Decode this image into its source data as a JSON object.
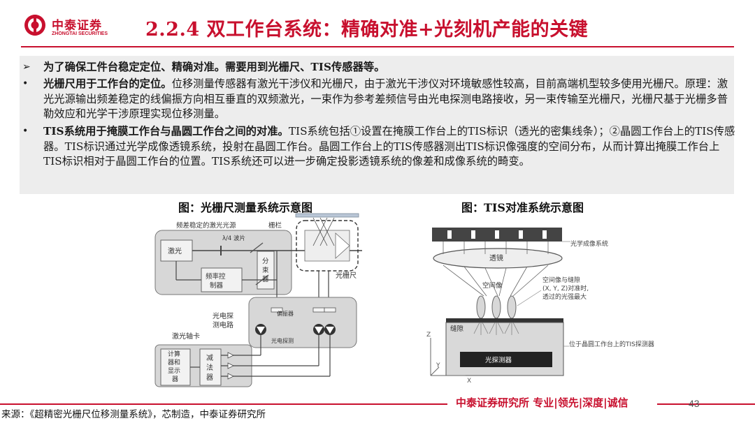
{
  "brand": {
    "name_cn": "中泰证券",
    "name_en": "ZHONGTAI SECURITIES"
  },
  "slide": {
    "title": "2.2.4 双工作台系统：精确对准+光刻机产能的关键"
  },
  "bullets": [
    {
      "marker": "➢",
      "bold": "为了确保工件台稳定定位、精确对准。需要用到光栅尺、TIS传感器等。",
      "text": ""
    },
    {
      "marker": "•",
      "bold": "光栅尺用于工作台的定位。",
      "text": "位移测量传感器有激光干涉仪和光栅尺，由于激光干涉仪对环境敏感性较高，目前高端机型较多使用光栅尺。原理：激光光源输出频差稳定的线偏振方向相互垂直的双频激光，一束作为参考差频信号由光电探测电路接收，另一束传输至光栅尺，光栅尺基于光栅多普勒效应和光学干涉原理实现位移测量。"
    },
    {
      "marker": "•",
      "bold": "TIS系统用于掩膜工作台与晶圆工作台之间的对准。",
      "text": "TIS系统包括①设置在掩膜工作台上的TIS标识（透光的密集线条）；②晶圆工作台上的TIS传感器。TIS标识通过光学成像透镜系统，投射在晶圆工作台。晶圆工作台上的TIS传感器测出TIS标识像强度的空间分布，从而计算出掩膜工作台上TIS标识相对于晶圆工作台的位置。TIS系统还可以进一步确定投影透镜系统的像差和成像系统的畸变。"
    }
  ],
  "figures": {
    "left": {
      "caption": "图：光栅尺测量系统示意图",
      "labels": {
        "source_box": "频差稳定的激光光源",
        "grating": "栅栏",
        "laser": "激光",
        "waveplate": "λ/4 波片",
        "freq_ctrl_1": "频率控",
        "freq_ctrl_2": "制器",
        "splitter_1": "分",
        "splitter_2": "束",
        "splitter_3": "器",
        "scale": "光栅尺",
        "polarizer": "偏振器",
        "detect_circuit_1": "光电探",
        "detect_circuit_2": "测电路",
        "detector": "光电探测",
        "axis_card": "激光轴卡",
        "computer_1": "计算",
        "computer_2": "器和",
        "computer_3": "显示",
        "computer_4": "器",
        "subtractor_1": "减",
        "subtractor_2": "法",
        "subtractor_3": "器"
      }
    },
    "right": {
      "caption": "图：TIS对准系统示意图",
      "labels": {
        "optics": "光学成像系统",
        "lens": "透镜",
        "aerial": "空间像",
        "note_1": "空间像与缝隙",
        "note_2": "(X, Y, Z)对准时,",
        "note_3": "透过的光强最大",
        "slit": "缝隙",
        "sensor_note": "位于晶圆工作台上的TIS探测器",
        "detector": "光探测器",
        "axis_z": "Z",
        "axis_y": "Y",
        "axis_x": "X"
      }
    }
  },
  "footer": {
    "brand_line": "中泰证券研究所 专业|领先|深度|诚信",
    "page": "43",
    "source": "来源：《超精密光栅尺位移测量系统》，芯制造，中泰证券研究所"
  },
  "colors": {
    "accent": "#c8102e",
    "text_box_bg": "#ededed"
  }
}
